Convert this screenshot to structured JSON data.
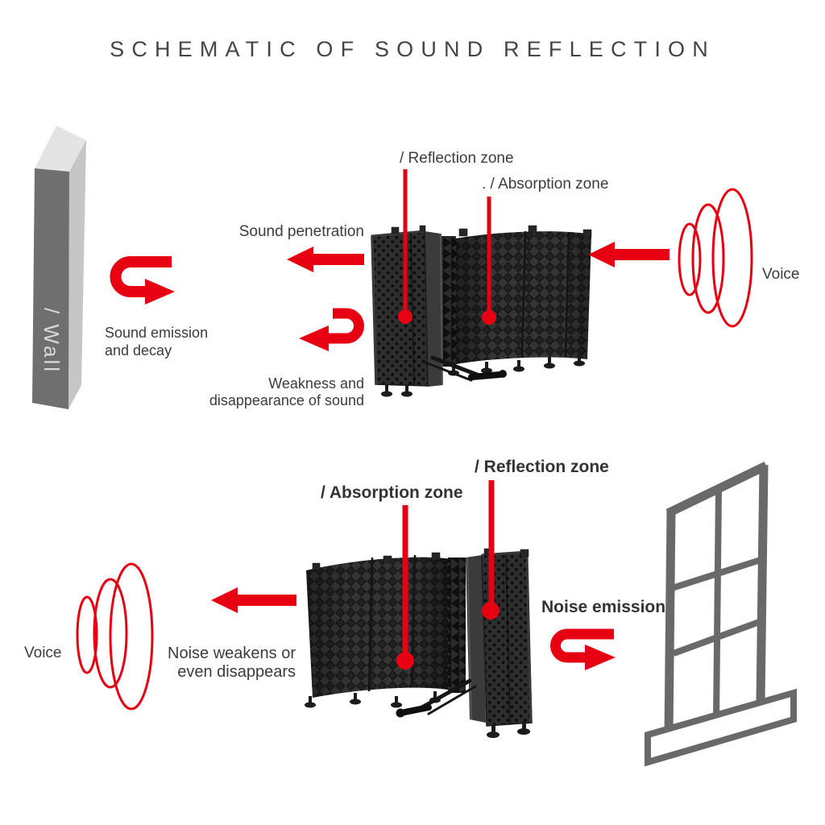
{
  "title": "SCHEMATIC OF SOUND REFLECTION",
  "colors": {
    "accent_red": "#e60012",
    "text_dark": "#3c3c3c",
    "wall_front_gray": "#6f6f6f",
    "wall_top_gray": "#e4e4e4",
    "wall_side_gray": "#c6c6c6",
    "window_gray": "#696969",
    "shield_foam": "#303030",
    "shield_panel": "#2e2e2e"
  },
  "top": {
    "reflection_zone": "/ Reflection zone",
    "absorption_zone": ". / Absorption zone",
    "sound_penetration": "Sound penetration",
    "sound_emission_line1": "Sound emission",
    "sound_emission_line2": "and decay",
    "weakness_line1": "Weakness and",
    "weakness_line2": "disappearance of sound",
    "wall_label": "/ Wall",
    "voice_label": "Voice"
  },
  "bottom": {
    "reflection_zone": "/ Reflection zone",
    "absorption_zone": "/ Absorption zone",
    "noise_weakens_line1": "Noise weakens or",
    "noise_weakens_line2": "even disappears",
    "noise_emission": "Noise emission",
    "voice_label": "Voice"
  }
}
